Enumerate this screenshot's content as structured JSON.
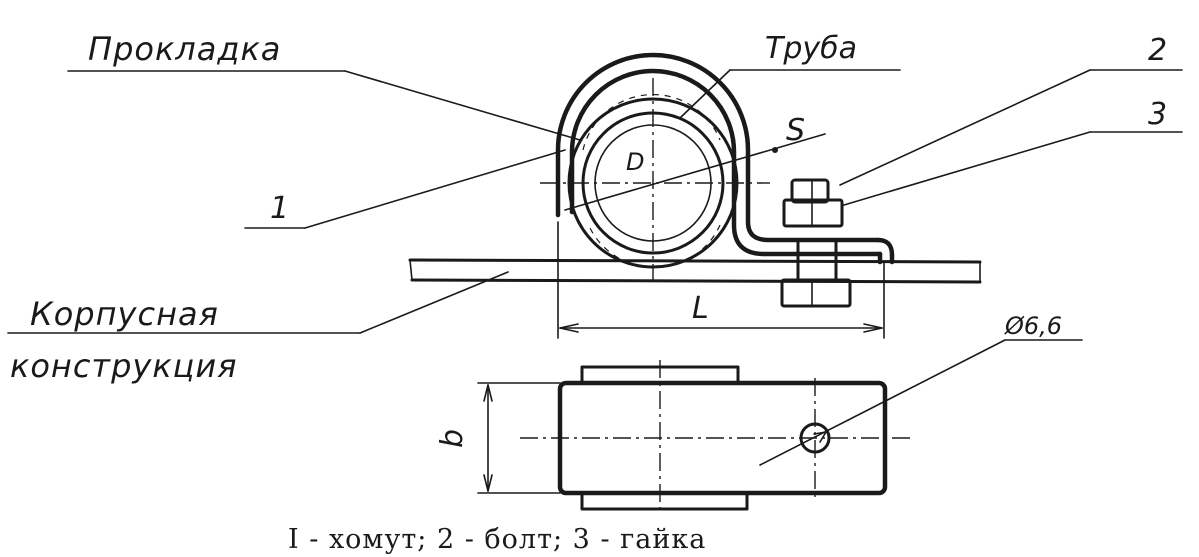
{
  "labels": {
    "prokladka": "Прокладка",
    "truba": "Труба",
    "num_2": "2",
    "num_3": "3",
    "num_1": "1",
    "dim_s": "S",
    "dim_d": "D",
    "dim_l": "L",
    "dim_b": "b",
    "dim_hole": "Ø6,6",
    "korpus_line1": "Корпусная",
    "korpus_line2": "конструкция"
  },
  "caption": "I - хомут; 2 - болт; 3 - гайка"
}
